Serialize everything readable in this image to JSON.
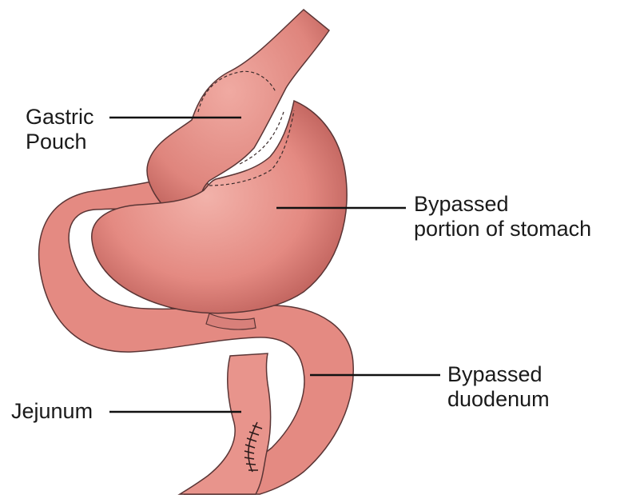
{
  "labels": {
    "gastric_pouch": [
      "Gastric",
      "Pouch"
    ],
    "bypassed_stomach": [
      "Bypassed",
      "portion of stomach"
    ],
    "bypassed_duodenum": [
      "Bypassed",
      "duodenum"
    ],
    "jejunum": [
      "Jejunum"
    ]
  },
  "colors": {
    "tissue": "#e48a82",
    "tissue_dark": "#b85a55",
    "tissue_light": "#f2aca4",
    "outline": "#5a3535",
    "leader": "#111111"
  }
}
